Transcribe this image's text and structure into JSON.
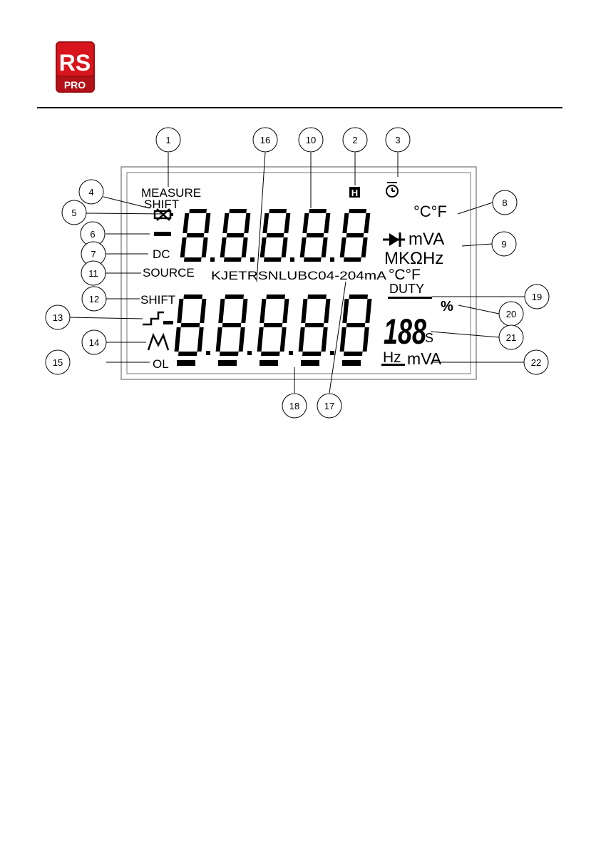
{
  "logo": {
    "top_text": "RS",
    "bottom_text": "PRO",
    "red": "#d8141c",
    "dark_red": "#9c0f14"
  },
  "lcd": {
    "measure": "MEASURE",
    "shift_top": "SHIFT",
    "minus": "–",
    "dc": "DC",
    "source": "SOURCE",
    "hold": "H",
    "upper_units_temp": "°C°F",
    "upper_units_va": "mVA",
    "upper_units_ohm": "MKΩHz",
    "thermo_row": "KJETRSNLUBC04-204mA",
    "thermo_temp": "°C°F",
    "shift_bottom": "SHIFT",
    "ol": "OL",
    "duty": "DUTY",
    "percent": "%",
    "small_digits": "188",
    "seconds": "S",
    "hz": "Hz",
    "lower_units_va": "mVA",
    "upper_digit_count": 5,
    "lower_digit_count": 5
  },
  "callouts": {
    "c1": "1",
    "c2": "2",
    "c3": "3",
    "c4": "4",
    "c5": "5",
    "c6": "6",
    "c7": "7",
    "c8": "8",
    "c9": "9",
    "c10": "10",
    "c11": "11",
    "c12": "12",
    "c13": "13",
    "c14": "14",
    "c15": "15",
    "c16": "16",
    "c17": "17",
    "c18": "18",
    "c19": "19",
    "c20": "20",
    "c21": "21",
    "c22": "22"
  }
}
